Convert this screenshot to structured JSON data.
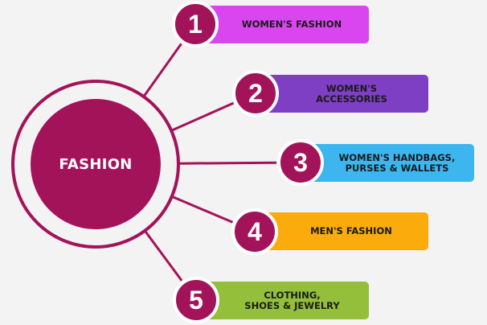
{
  "colors": {
    "primary": "#a3135a",
    "background": "#f3f3f3"
  },
  "center": {
    "label": "FASHION"
  },
  "items": [
    {
      "number": "1",
      "label": "WOMEN'S FASHION",
      "color": "#d946ef"
    },
    {
      "number": "2",
      "label": "WOMEN'S\nACCESSORIES",
      "color": "#7e3fc4"
    },
    {
      "number": "3",
      "label": "WOMEN'S HANDBAGS,\nPURSES & WALLETS",
      "color": "#3db6f0"
    },
    {
      "number": "4",
      "label": "MEN'S FASHION",
      "color": "#fbab0b"
    },
    {
      "number": "5",
      "label": "CLOTHING,\nSHOES & JEWELRY",
      "color": "#93bf3a"
    }
  ]
}
